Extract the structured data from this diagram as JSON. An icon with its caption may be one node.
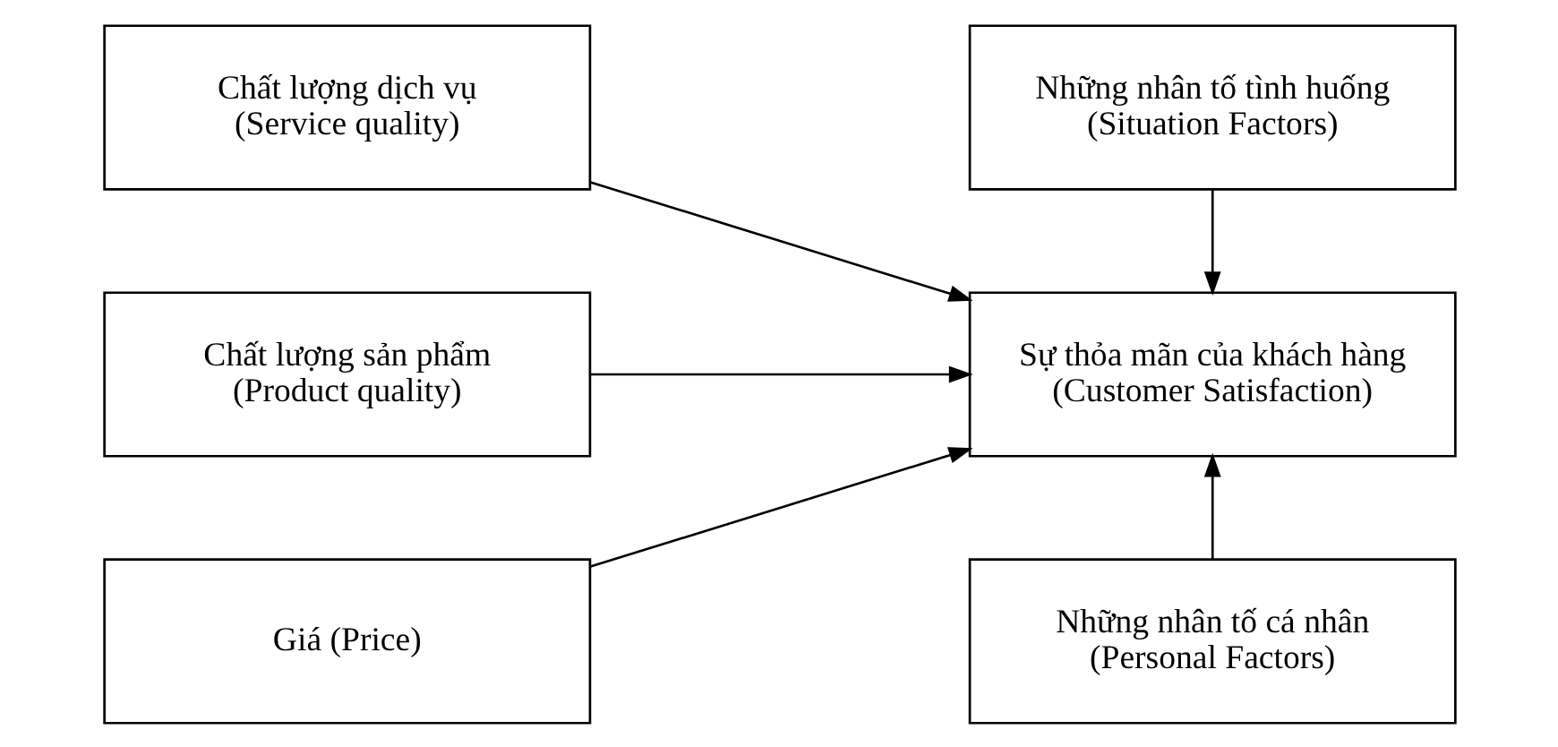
{
  "diagram": {
    "nodes": [
      {
        "text": [
          "Chất lượng dịch vụ",
          "(Service quality)"
        ]
      },
      {
        "text": [
          "Chất lượng sản phẩm",
          "(Product quality)"
        ]
      },
      {
        "text": [
          "Giá (Price)"
        ]
      },
      {
        "text": [
          "Những nhân tố tình huống",
          "(Situation Factors)"
        ]
      },
      {
        "text": [
          "Sự thỏa mãn của khách hàng",
          "(Customer Satisfaction)"
        ]
      },
      {
        "text": [
          "Những nhân tố cá nhân",
          "(Personal Factors)"
        ]
      }
    ],
    "edges": [
      {
        "from": 0,
        "to": 4,
        "arrow": "to"
      },
      {
        "from": 1,
        "to": 4,
        "arrow": "to"
      },
      {
        "from": 2,
        "to": 4,
        "arrow": "to"
      },
      {
        "from": 3,
        "to": 4,
        "arrow": "to"
      },
      {
        "from": 5,
        "to": 4,
        "arrow": "to"
      }
    ]
  }
}
